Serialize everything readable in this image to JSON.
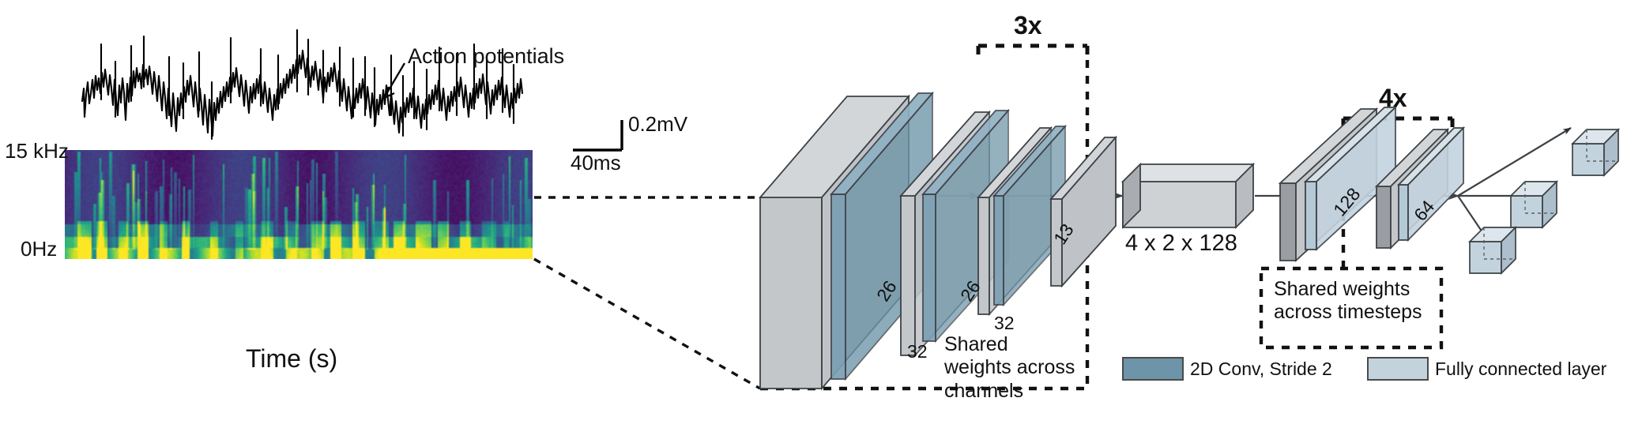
{
  "figure": {
    "panel_left": {
      "trace_annotation": "Action potentials",
      "scale_vertical": "0.2mV",
      "scale_horizontal": "40ms",
      "y_axis_top": "15 kHz",
      "y_axis_bottom": "0Hz",
      "x_axis_label": "Time (s)"
    },
    "panel_right": {
      "repeat_conv": "3x",
      "repeat_fc": "4x",
      "conv_dims": [
        "26",
        "32",
        "26",
        "32",
        "13"
      ],
      "bottleneck_label": "4 x 2 x 128",
      "fc_dims": [
        "128",
        "64"
      ],
      "note_channels": "Shared weights across channels",
      "note_timesteps": "Shared weights across timesteps"
    },
    "legend": [
      {
        "label": "2D Conv, Stride 2",
        "color": "#6d94a8"
      },
      {
        "label": "Fully connected layer",
        "color": "#c3d3de"
      }
    ],
    "colors": {
      "conv_fill": "#6d94a8",
      "fc_fill": "#c3d3de",
      "slab_gray": "#c9cccf",
      "slab_gray_dark": "#9ea3a7",
      "outline": "#3d4246",
      "arrow": "#3d4246",
      "dashed": "#111111",
      "spectro_bg": "#3b0f63"
    }
  }
}
